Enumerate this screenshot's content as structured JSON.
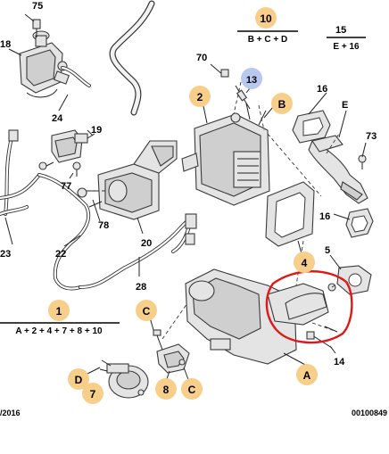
{
  "diagram": {
    "part_labels": {
      "p75": "75",
      "p18": "18",
      "p24": "24",
      "p19": "19",
      "p77": "77",
      "p78": "78",
      "p20": "20",
      "p22": "22",
      "p23": "23",
      "p28": "28",
      "p70": "70",
      "p16a": "16",
      "pE": "E",
      "p73": "73",
      "p16b": "16",
      "p5": "5",
      "p14": "14"
    },
    "badges": {
      "b10": "10",
      "b15": "15",
      "b2": "2",
      "b13": "13",
      "bB": "B",
      "b4": "4",
      "b1": "1",
      "bC1": "C",
      "bC2": "C",
      "bD": "D",
      "b7": "7",
      "b8": "8",
      "bA": "A"
    },
    "formulas": {
      "f10": "B + C + D",
      "f15": "E + 16",
      "f1": "A + 2 + 4 + 7 + 8 + 10"
    },
    "footer": {
      "date": "/2016",
      "reference": "00100849"
    },
    "colors": {
      "badge_orange": "#f7cf8a",
      "badge_blue": "#b9c8ef",
      "highlight": "#e01818"
    }
  }
}
